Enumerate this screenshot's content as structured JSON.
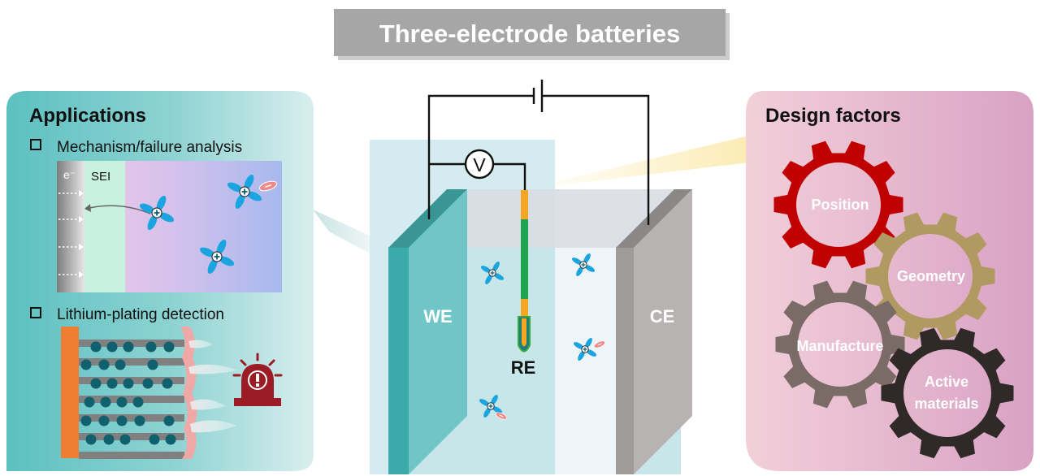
{
  "title": "Three-electrode batteries",
  "applications": {
    "heading": "Applications",
    "items": [
      {
        "label": "Mechanism/failure analysis"
      },
      {
        "label": "Lithium-plating detection"
      }
    ],
    "sei_panel": {
      "electron_label": "e⁻",
      "sei_label": "SEI"
    }
  },
  "cell": {
    "voltmeter_label": "V",
    "we_label": "WE",
    "ce_label": "CE",
    "re_label": "RE"
  },
  "design": {
    "heading": "Design factors",
    "gears": [
      {
        "label": "Position",
        "color": "#c00000"
      },
      {
        "label": "Geometry",
        "color": "#b09a62"
      },
      {
        "label": "Manufacture",
        "color": "#7a6b67"
      },
      {
        "label": "Active materials",
        "line1": "Active",
        "line2": "materials",
        "color": "#2f2a28"
      }
    ]
  },
  "colors": {
    "title_box": "#a6a6a6",
    "ion_blue": "#1aa5e0",
    "anion_red": "#f08a8a",
    "we_teal": "#67c5c5",
    "ce_gray": "#b8b3b3",
    "warning_red": "#9b1c24"
  }
}
